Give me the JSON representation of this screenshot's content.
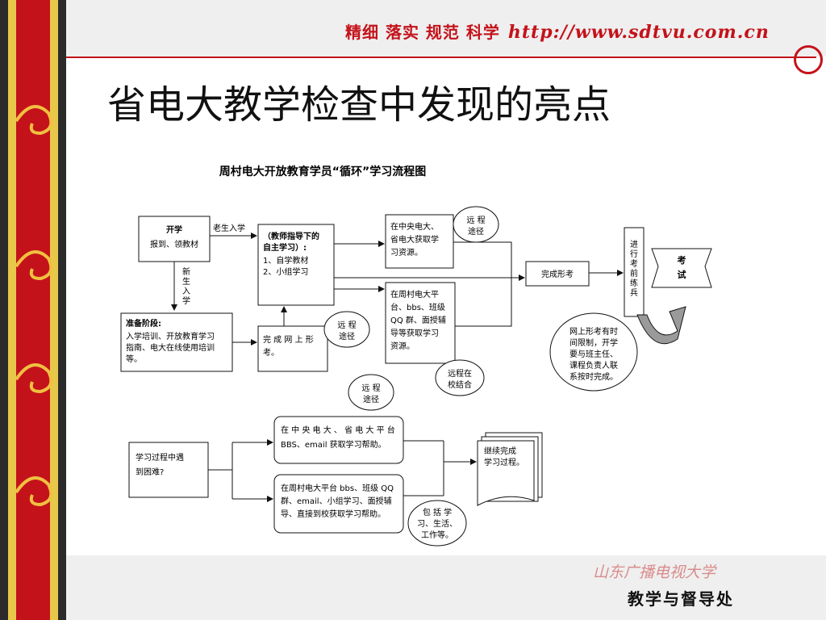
{
  "header": {
    "slogan": "精细  落实  规范  科学",
    "url": "http://www.sdtvu.com.cn"
  },
  "slide": {
    "title": "省电大教学检查中发现的亮点"
  },
  "diagram": {
    "title": "周村电大开放教育学员“循环”学习流程图",
    "nodes": {
      "start_title": "开学",
      "start_body": "报到、领教材",
      "edge_enroll": "老生入学",
      "edge_new": [
        "新",
        "生",
        "入",
        "学"
      ],
      "prep_title": "准备阶段:",
      "prep_body": [
        "入学培训、开放教育学习",
        "指南、电大在线使用培训",
        "等。"
      ],
      "selfstudy_title": [
        "（教师指导下的",
        "自主学习）:"
      ],
      "selfstudy_items": [
        "1、自学教材",
        "2、小组学习"
      ],
      "online_quiz": [
        "完 成 网 上 形",
        "考。"
      ],
      "central": [
        "在中央电大、",
        "省电大获取学",
        "习资源。"
      ],
      "local": [
        "在周村电大平",
        "台、bbs、班级",
        "QQ 群、面授辅",
        "导等获取学习",
        "资源。"
      ],
      "cloud_remote1": [
        "远 程",
        "途径"
      ],
      "cloud_remote2": [
        "远 程",
        "途径"
      ],
      "cloud_remote3": [
        "远 程",
        "途径"
      ],
      "cloud_combo": [
        "远程在",
        "校结合"
      ],
      "complete_quiz": "完成形考",
      "cloud_deadline": [
        "网上形考有时",
        "间限制，开学",
        "要与班主任、",
        "课程负责人联",
        "系按时完成。"
      ],
      "review_scroll": [
        "进",
        "行",
        "考",
        "前",
        "练",
        "兵"
      ],
      "exam": [
        "考",
        "试"
      ],
      "difficulty": [
        "学习过程中遇",
        "到困难?"
      ],
      "help_central": [
        "在 中 央 电 大 、 省 电 大 平 台",
        "BBS、email 获取学习帮助。"
      ],
      "help_local": [
        "在周村电大平台 bbs、班级 QQ",
        "群、email、小组学习、面授辅",
        "导、直接到校获取学习帮助。"
      ],
      "cloud_include": [
        "包 括 学",
        "习、生活、",
        "工作等。"
      ],
      "continue": [
        "继续完成",
        "学习过程。"
      ]
    }
  },
  "footer": {
    "logo_text": "山东广播电视大学",
    "dept": "教学与督导处"
  },
  "colors": {
    "accent": "#c4121a",
    "scroll_gold": "#e8c84a",
    "arrow_gray": "#9a9a9a"
  }
}
